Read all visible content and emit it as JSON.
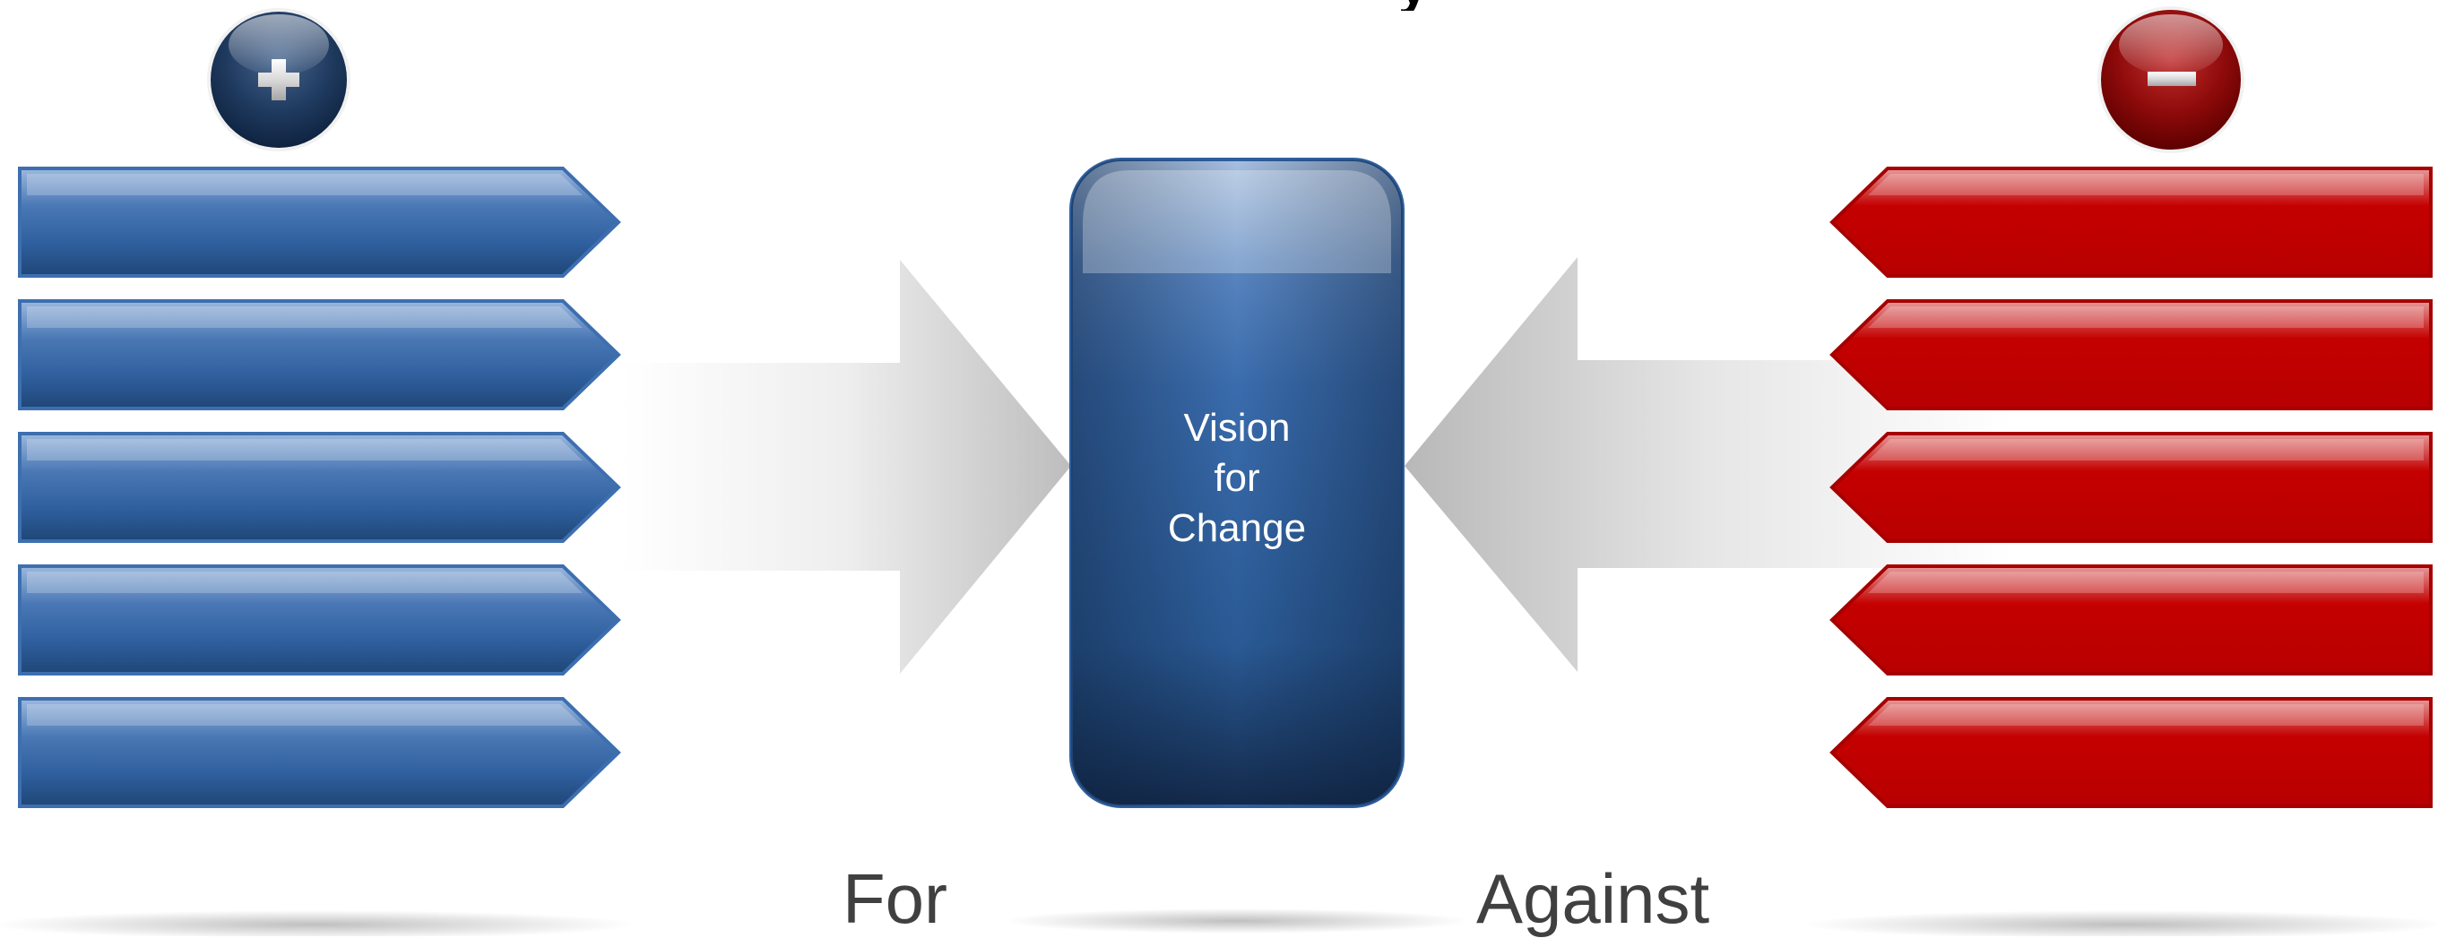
{
  "diagram": {
    "title_fragment": "y",
    "center_box": {
      "lines": [
        "Vision",
        "for",
        "Change"
      ]
    },
    "left_side": {
      "sign": "+",
      "label": "For",
      "bar_count": 5,
      "color": "#2f5f9e"
    },
    "right_side": {
      "sign": "−",
      "label": "Against",
      "bar_count": 5,
      "color": "#c00000"
    }
  }
}
